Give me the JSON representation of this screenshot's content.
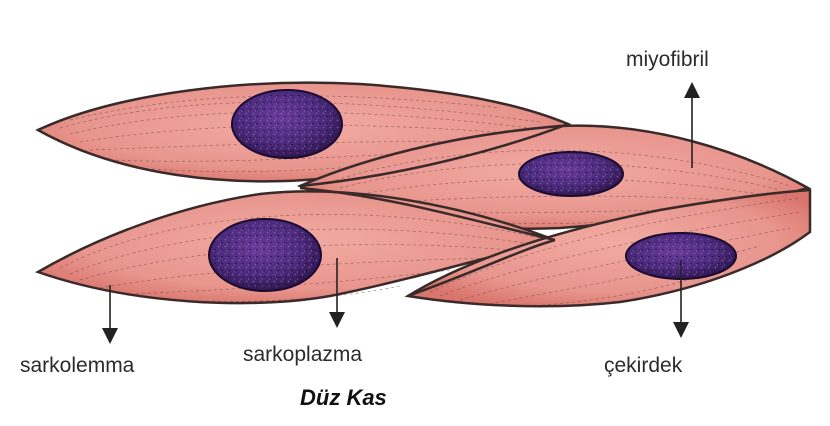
{
  "title": "Düz Kas",
  "labels": {
    "miyofibril": "miyofibril",
    "sarkolemma": "sarkolemma",
    "sarkoplazma": "sarkoplazma",
    "cekirdek": "çekirdek"
  },
  "colors": {
    "cytoplasm": "#e8968e",
    "cytoplasm_dark": "#d9756c",
    "membrane": "#3a2a2a",
    "nucleus": "#4a2a7a",
    "nucleus_dark": "#2a1245",
    "arrow": "#222222"
  }
}
